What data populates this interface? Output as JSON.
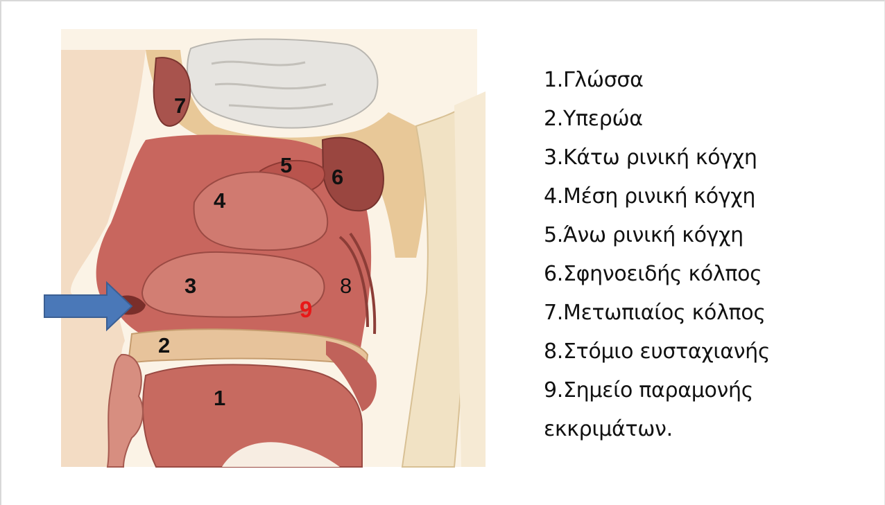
{
  "diagram": {
    "callouts": {
      "c1": "1",
      "c2": "2",
      "c3": "3",
      "c4": "4",
      "c5": "5",
      "c6": "6",
      "c7": "7",
      "c8": "8",
      "c9": "9"
    },
    "colors": {
      "callout_9": "#e81818",
      "arrow": "#4a78b8",
      "mucosa": "#c8665e",
      "bone": "#e8c898",
      "brain": "#e6e4e0"
    }
  },
  "legend": {
    "items": [
      "1.Γλώσσα",
      "2.Υπερώα",
      "3.Κάτω ρινική κόγχη",
      "4.Μέση ρινική κόγχη",
      "5.Άνω ρινική κόγχη",
      "6.Σφηνοειδής κόλπος",
      "7.Μετωπιαίος κόλπος",
      "8.Στόμιο ευσταχιανής",
      "9.Σημείο παραμονής",
      "εκκριμάτων."
    ]
  }
}
